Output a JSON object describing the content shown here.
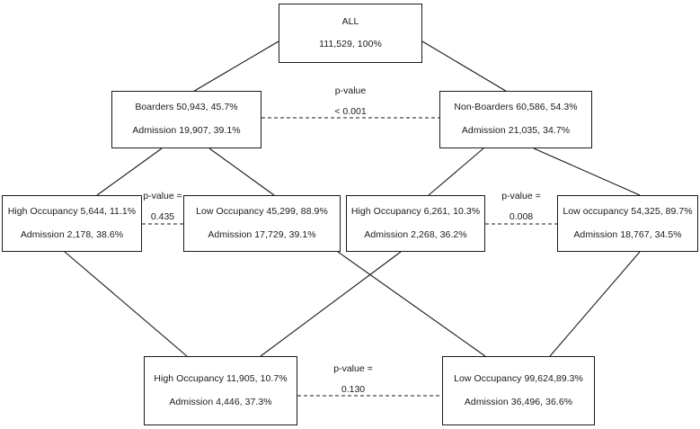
{
  "diagram": {
    "title": "ALL",
    "type": "flowchart-tree",
    "nodes": {
      "root": {
        "label": "ALL",
        "count_line": "111,529, 100%"
      },
      "boarders": {
        "primary": "Boarders 50,943, 45.7%",
        "secondary": "Admission 19,907, 39.1%"
      },
      "non_boarders": {
        "primary": "Non-Boarders 60,586, 54.3%",
        "secondary": "Admission 21,035, 34.7%"
      },
      "b_high": {
        "primary": "High Occupancy 5,644, 11.1%",
        "secondary": "Admission 2,178, 38.6%"
      },
      "b_low": {
        "primary": "Low Occupancy 45,299, 88.9%",
        "secondary": "Admission 17,729, 39.1%"
      },
      "nb_high": {
        "primary": "High Occupancy 6,261, 10.3%",
        "secondary": "Admission 2,268, 36.2%"
      },
      "nb_low": {
        "primary": "Low occupancy 54,325, 89.7%",
        "secondary": "Admission 18,767, 34.5%"
      },
      "total_high": {
        "primary": "High Occupancy 11,905, 10.7%",
        "secondary": "Admission 4,446, 37.3%"
      },
      "total_low": {
        "primary": "Low Occupancy 99,624,89.3%",
        "secondary": "Admission 36,496, 36.6%"
      }
    },
    "pvalues": {
      "level2": {
        "head": "p-value",
        "value": "< 0.001"
      },
      "boarders_split": {
        "head": "p-value =",
        "value": "0.435"
      },
      "non_boarders_split": {
        "head": "p-value =",
        "value": "0.008"
      },
      "total_split": {
        "head": "p-value =",
        "value": "0.130"
      }
    },
    "style": {
      "stroke": "#1a1a1a",
      "background": "#ffffff"
    }
  }
}
